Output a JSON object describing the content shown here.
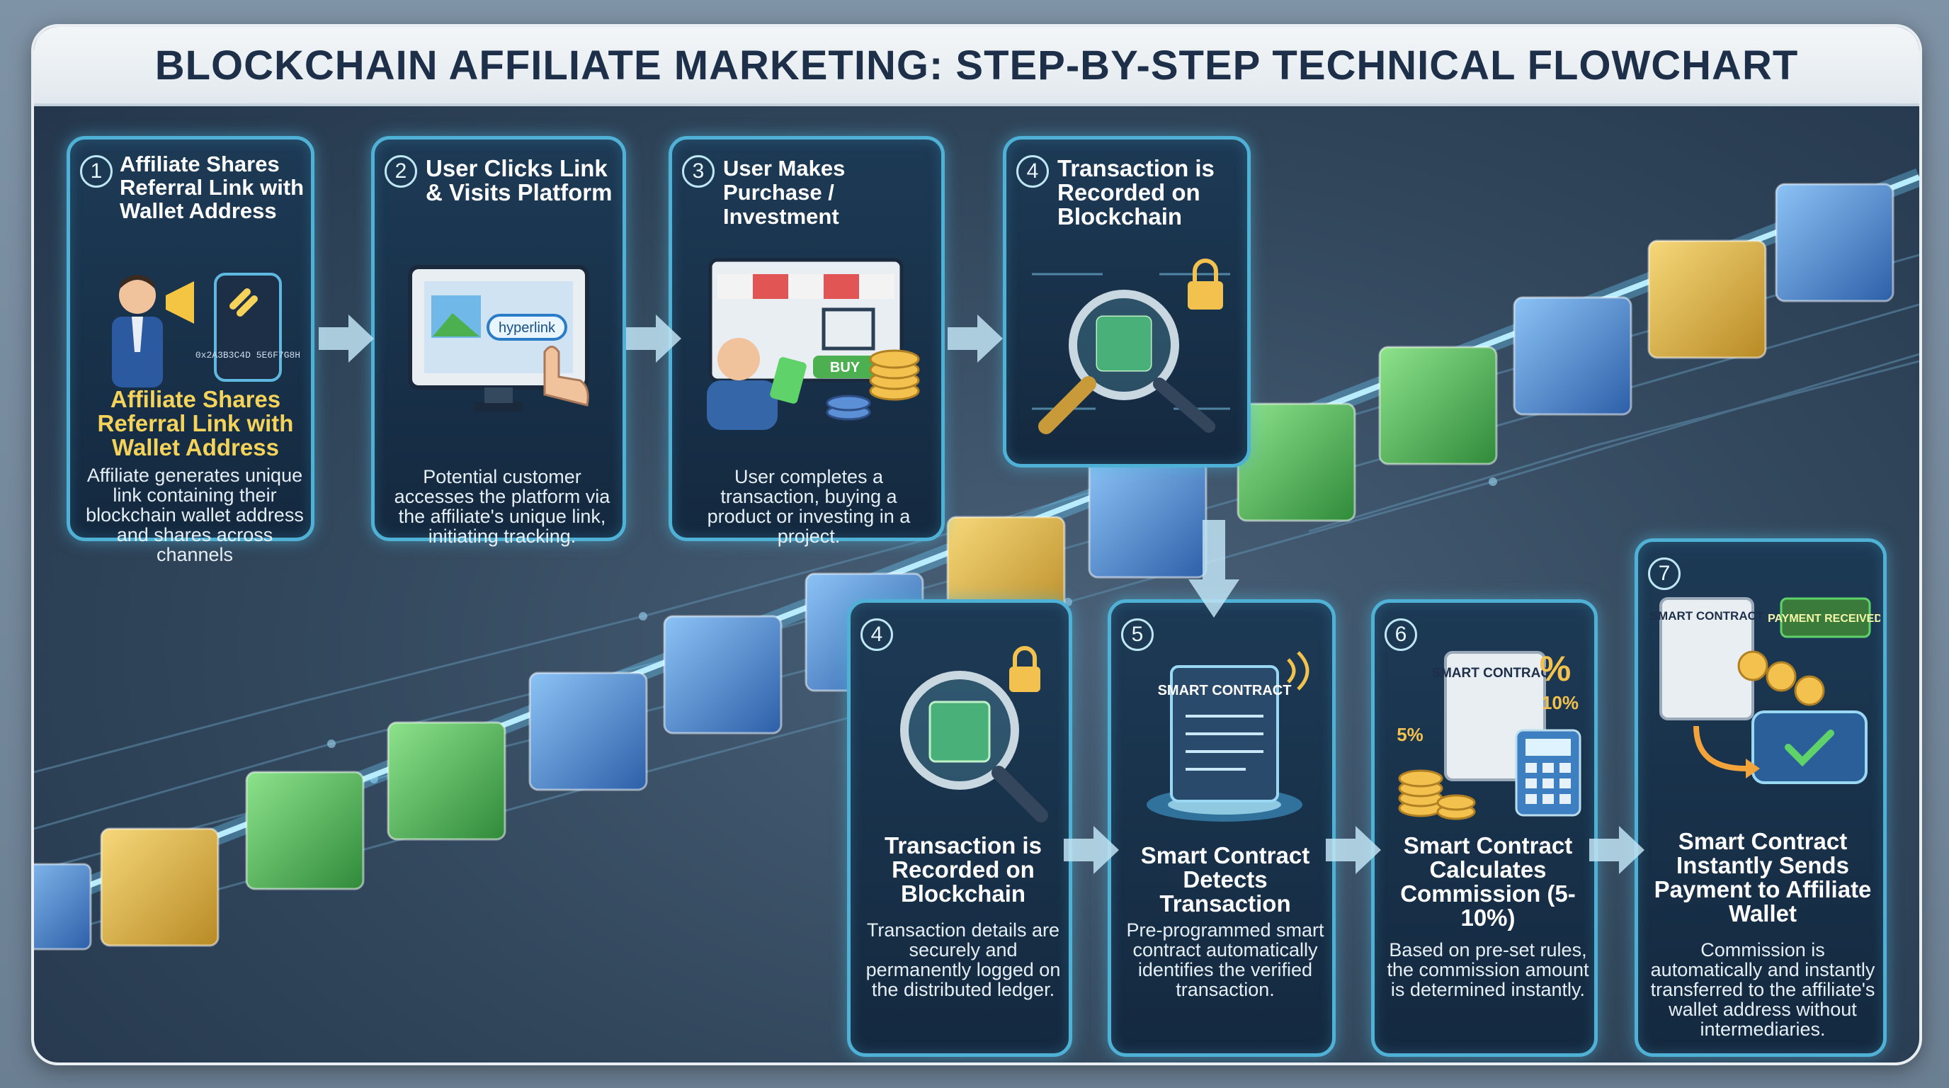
{
  "title": "BLOCKCHAIN AFFILIATE MARKETING: STEP-BY-STEP TECHNICAL FLOWCHART",
  "steps_top": [
    {
      "num": "1",
      "title": "Affiliate Shares Referral Link with Wallet Address",
      "subtitle": "Affiliate Shares Referral Link with Wallet Address",
      "desc": "Affiliate generates unique link containing their blockchain wallet address and shares across channels",
      "phone_text": "0x2A3B3C4D 5E6F7G8H"
    },
    {
      "num": "2",
      "title": "User Clicks Link & Visits Platform",
      "desc": "Potential customer accesses the platform via the affiliate's unique link, initiating tracking.",
      "link_text": "hyperlink"
    },
    {
      "num": "3",
      "title": "User Makes Purchase / Investment",
      "desc": "User completes a transaction, buying a product or investing in a project.",
      "buy_text": "BUY"
    },
    {
      "num": "4",
      "title": "Transaction is Recorded on Blockchain"
    }
  ],
  "steps_bottom": [
    {
      "num": "4",
      "title": "Transaction is Recorded on Blockchain",
      "desc": "Transaction details are securely and permanently logged on the distributed ledger."
    },
    {
      "num": "5",
      "title": "Smart Contract Detects Transaction",
      "desc": "Pre-programmed smart contract automatically identifies the verified transaction.",
      "doc_label": "SMART CONTRACT"
    },
    {
      "num": "6",
      "title": "Smart Contract Calculates Commission (5-10%)",
      "desc": "Based on pre-set rules, the commission amount is determined instantly.",
      "doc_label": "SMART CONTRACT",
      "pct_low": "5%",
      "pct_high": "10%",
      "pct_symbol": "%"
    },
    {
      "num": "7",
      "title": "Smart Contract Instantly Sends Payment to Affiliate Wallet",
      "desc": "Commission is automatically and instantly transferred to the affiliate's wallet address without intermediaries.",
      "doc_label": "SMART CONTRACT",
      "badge": "PAYMENT RECEIVED"
    }
  ],
  "colors": {
    "accent": "#4fb1d6",
    "gold": "#f5d35a",
    "green": "#5fd36a",
    "blue": "#4f8fe0"
  }
}
